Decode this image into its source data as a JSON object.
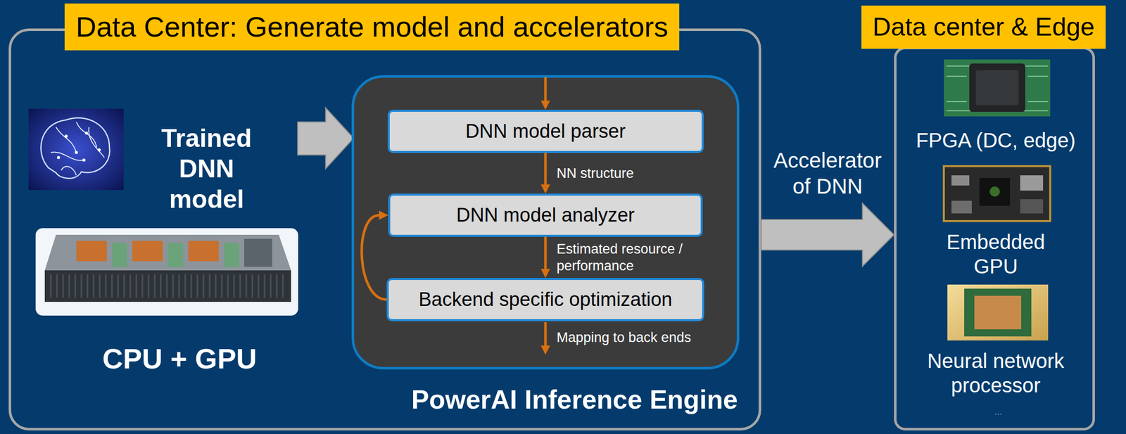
{
  "diagram": {
    "nodes": [
      {
        "text": [
          "Data Center: Generate model and accelerators"
        ]
      },
      {
        "text": [
          "PowerAI Inference Engine"
        ],
        "in": 0
      },
      {
        "text": [
          "DNN model parser"
        ],
        "in": 1
      },
      {
        "text": [
          "DNN model analyzer"
        ],
        "in": 1
      },
      {
        "text": [
          "Backend specific optimization"
        ],
        "in": 1
      },
      {
        "text": [
          "Data center & Edge"
        ]
      }
    ],
    "edges": [
      {
        "from": 2,
        "to": 3,
        "label": "NN structure",
        "arrow": "to"
      },
      {
        "from": 3,
        "to": 4,
        "label": "Estimated resource / performance",
        "arrow": "to"
      },
      {
        "from": 4,
        "to": 3,
        "arrow": "to"
      },
      {
        "from": 0,
        "to": 5,
        "label": "Accelerator of DNN",
        "arrow": "to"
      }
    ],
    "labels": [
      "Trained DNN model",
      "CPU + GPU",
      "Mapping to back ends",
      "FPGA (DC, edge)",
      "Embedded GPU",
      "Neural network processor",
      "..."
    ]
  }
}
